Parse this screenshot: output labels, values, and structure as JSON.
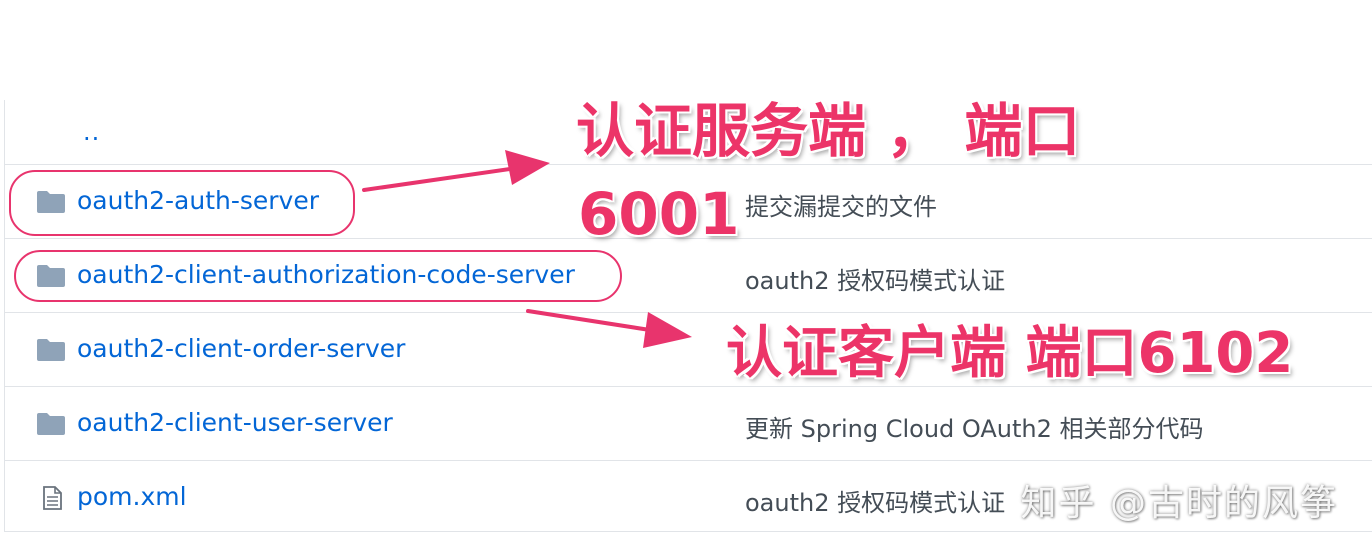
{
  "listing": {
    "parent_link": "..",
    "rows": [
      {
        "name": "oauth2-auth-server",
        "type": "folder",
        "icon": "folder-icon",
        "commit_message": "提交漏提交的文件"
      },
      {
        "name": "oauth2-client-authorization-code-server",
        "type": "folder",
        "icon": "folder-icon",
        "commit_message": "oauth2 授权码模式认证"
      },
      {
        "name": "oauth2-client-order-server",
        "type": "folder",
        "icon": "folder-icon",
        "commit_message": ""
      },
      {
        "name": "oauth2-client-user-server",
        "type": "folder",
        "icon": "folder-icon",
        "commit_message": "更新 Spring Cloud OAuth2 相关部分代码"
      },
      {
        "name": "pom.xml",
        "type": "file",
        "icon": "file-icon",
        "commit_message": "oauth2 授权码模式认证"
      }
    ]
  },
  "annotations": {
    "auth_server_line1": "认证服务端 ， 端口",
    "auth_server_line2": "6001",
    "client_label": "认证客户端 端口6102"
  },
  "watermark": "知乎 @古时的风筝",
  "colors": {
    "link": "#0366d6",
    "annotation": "#ec3468",
    "folder_icon": "#79b8ff",
    "text": "#444d56"
  }
}
